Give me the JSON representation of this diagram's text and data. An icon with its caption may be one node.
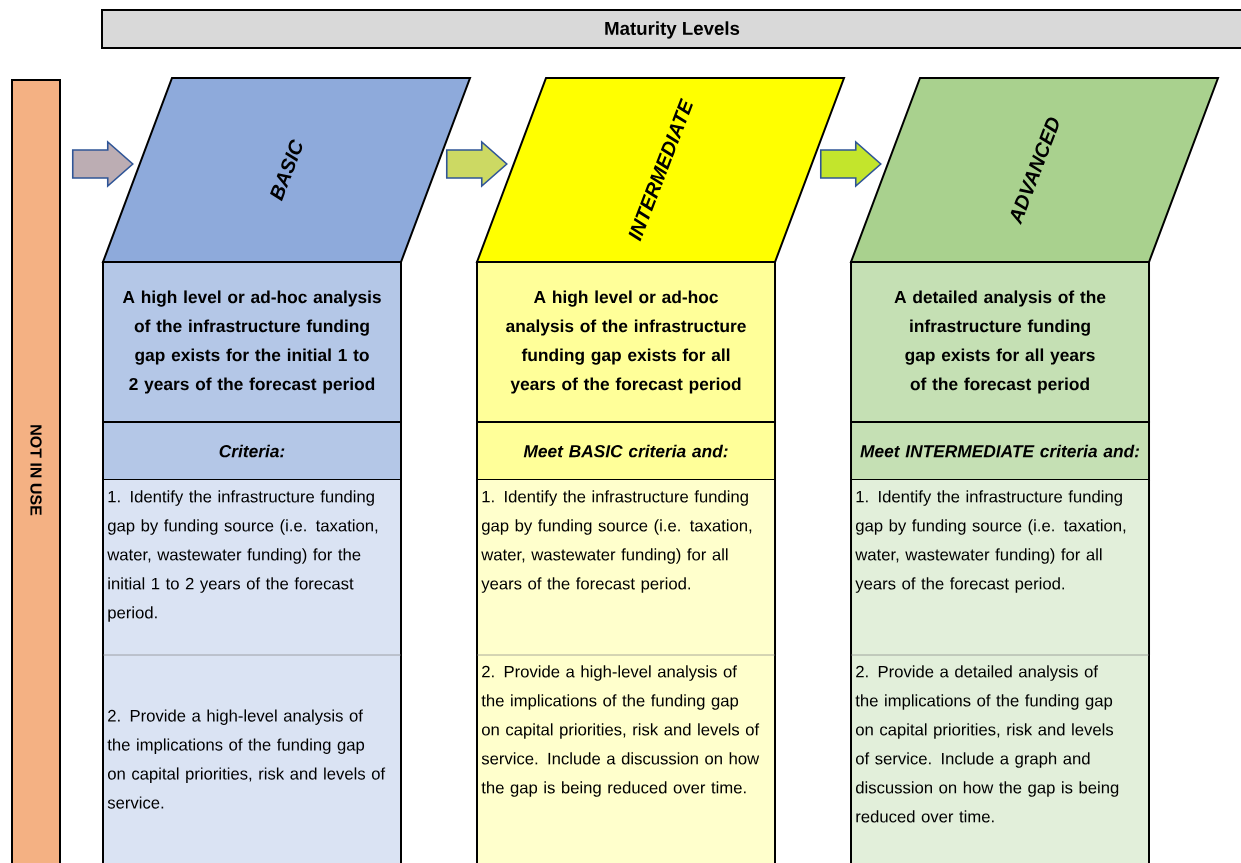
{
  "diagram": {
    "nodes": [
      {
        "text": [
          "Maturity Levels"
        ]
      },
      {
        "text": [
          "NOT IN USE"
        ]
      },
      {
        "text": [
          "BASIC"
        ]
      },
      {
        "text": [
          "INTERMEDIATE"
        ]
      },
      {
        "text": [
          "ADVANCED"
        ]
      },
      {
        "text": [
          "A high level or ad-hoc analysis of the infrastructure funding gap exists for the initial 1 to 2 years of the forecast period"
        ]
      },
      {
        "text": [
          "Criteria:"
        ]
      },
      {
        "text": [
          "1. Identify the infrastructure funding gap by funding source (i.e. taxation, water, wastewater funding) for the initial 1 to 2 years of the forecast period."
        ]
      },
      {
        "text": [
          "2. Provide a high-level analysis of the implications of the funding gap on capital priorities, risk and levels of service."
        ]
      },
      {
        "text": [
          "A high level or ad-hoc analysis of the infrastructure funding gap exists for all years of the forecast period"
        ]
      },
      {
        "text": [
          "Meet BASIC criteria and:"
        ]
      },
      {
        "text": [
          "1. Identify the infrastructure funding gap by funding source (i.e. taxation, water, wastewater funding) for all years of the forecast period."
        ]
      },
      {
        "text": [
          "2. Provide a high-level analysis of the implications of the funding gap on capital priorities, risk and levels of service. Include a discussion on how the gap is being reduced over time."
        ]
      },
      {
        "text": [
          "A detailed analysis of the infrastructure funding gap exists for all years of the forecast period"
        ]
      },
      {
        "text": [
          "Meet INTERMEDIATE criteria and:"
        ]
      },
      {
        "text": [
          "1. Identify the infrastructure funding gap by funding source (i.e. taxation, water, wastewater funding) for all years of the forecast period."
        ]
      },
      {
        "text": [
          "2. Provide a detailed analysis of the implications of the funding gap on capital priorities, risk and levels of service. Include a graph and discussion on how the gap is being reduced over time."
        ]
      }
    ],
    "edges": [
      {
        "from": 1,
        "to": 2,
        "arrow": "to"
      },
      {
        "from": 2,
        "to": 3,
        "arrow": "to"
      },
      {
        "from": 3,
        "to": 4,
        "arrow": "to"
      }
    ]
  }
}
